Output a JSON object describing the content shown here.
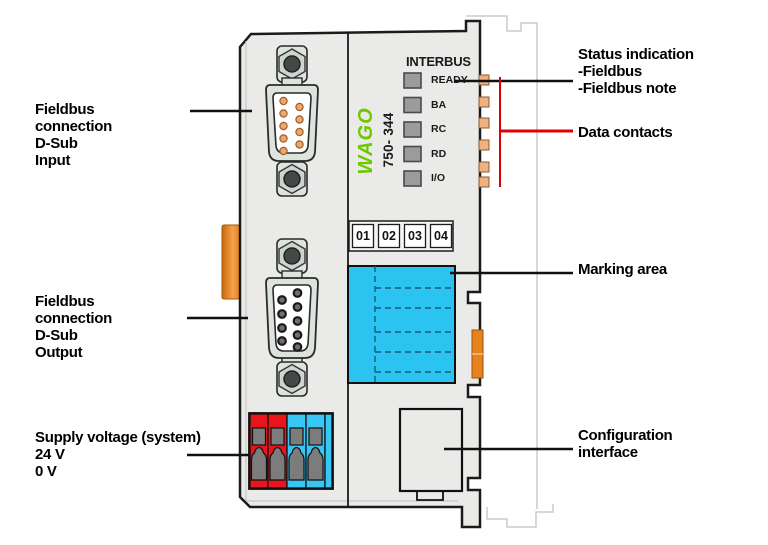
{
  "device": {
    "brand_logo": "WAGO",
    "model_number": "750- 344",
    "fieldbus_name": "INTERBUS",
    "status_leds": [
      {
        "label": "READY"
      },
      {
        "label": "BA"
      },
      {
        "label": "RC"
      },
      {
        "label": "RD"
      },
      {
        "label": "I/O"
      }
    ],
    "marking_slots": [
      "01",
      "02",
      "03",
      "04"
    ]
  },
  "callouts": {
    "left": [
      {
        "lines": [
          "Fieldbus",
          "connection",
          "D-Sub",
          "Input"
        ]
      },
      {
        "lines": [
          "Fieldbus",
          "connection",
          "D-Sub",
          "Output"
        ]
      },
      {
        "lines": [
          "Supply voltage (system)",
          "24 V",
          "0 V"
        ]
      }
    ],
    "right": [
      {
        "lines": [
          "Status indication",
          "-Fieldbus",
          "-Fieldbus note"
        ]
      },
      {
        "lines": [
          "Data contacts"
        ]
      },
      {
        "lines": [
          "Marking area"
        ]
      },
      {
        "lines": [
          "Configuration",
          "interface"
        ]
      }
    ]
  },
  "colors": {
    "wago_green": "#6EC800",
    "marking_blue": "#2BC3F0",
    "terminal_red": "#E8161C",
    "terminal_blue": "#38C6F4",
    "contact_tan": "#EFB183",
    "latch_orange": "#EF8A1A",
    "bus_contact_orange": "#E8821E",
    "leader_red": "#E00000",
    "body_gray": "#EAEAE8"
  }
}
